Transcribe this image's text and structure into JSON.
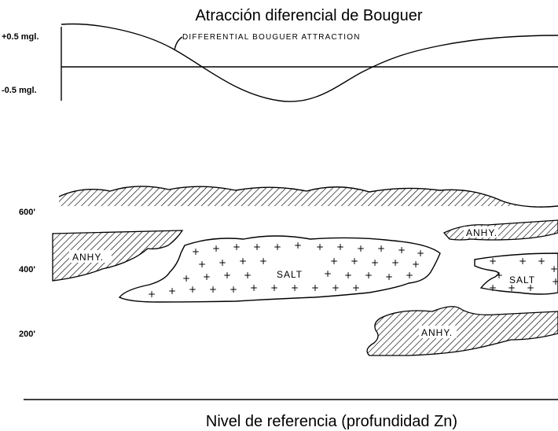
{
  "title": "Atracción diferencial de Bouguer",
  "curve_label": "DIFFERENTIAL BOUGUER ATTRACTION",
  "gravity_axis": {
    "top": "+0.5 mgl.",
    "bottom": "-0.5 mgl."
  },
  "depth_axis": [
    "600'",
    "400'",
    "200'"
  ],
  "bodies": {
    "anhy_left": "ANHY.",
    "salt_main": "SALT",
    "anhy_right_top": "ANHY.",
    "salt_right": "SALT",
    "anhy_bottom": "ANHY."
  },
  "footer": "Nivel de referencia (profundidad Zn)"
}
